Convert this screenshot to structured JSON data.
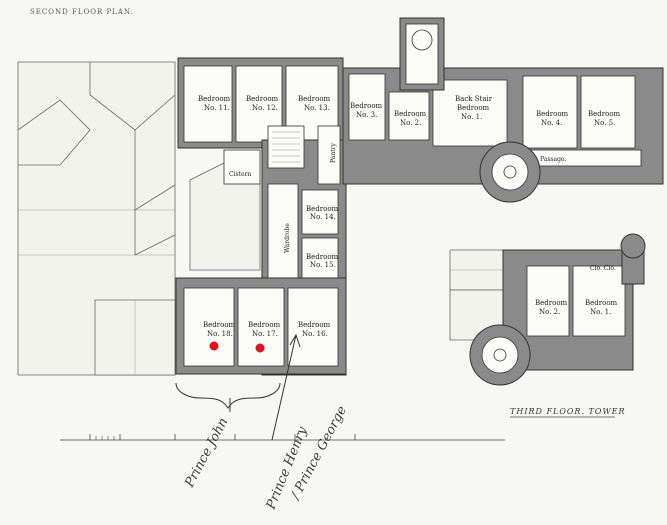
{
  "titles": {
    "second_floor": "SECOND FLOOR PLAN.",
    "third_floor": "THIRD FLOOR. TOWER"
  },
  "rooms": {
    "b11": [
      "Bedroom",
      "No. 11."
    ],
    "b12": [
      "Bedroom",
      "No. 12."
    ],
    "b13": [
      "Bedroom",
      "No. 13."
    ],
    "b3": [
      "Bedroom",
      "No. 3."
    ],
    "b2": [
      "Bedroom",
      "No. 2."
    ],
    "backstair": [
      "Back Stair",
      "Bedroom",
      "No. 1."
    ],
    "b4": [
      "Bedroom",
      "No. 4."
    ],
    "b5": [
      "Bedroom",
      "No. 5."
    ],
    "passage": "Passage.",
    "cistern": "Cistern",
    "pantry": "Pantry",
    "wardrobe": "Wardrobe",
    "b14": [
      "Bedroom",
      "No. 14."
    ],
    "b15": [
      "Bedroom",
      "No. 15."
    ],
    "b16": [
      "Bedroom",
      "No. 16."
    ],
    "b17": [
      "Bedroom",
      "No. 17."
    ],
    "b18": [
      "Bedroom",
      "No. 18."
    ],
    "tower_b2": [
      "Bedroom",
      "No. 2."
    ],
    "tower_b1": [
      "Bedroom",
      "No. 1."
    ],
    "closet": "Clo. Clo."
  },
  "annotations": {
    "prince_john": "Prince John",
    "prince_henry": "Prince Henry",
    "prince_george": "/ Prince George"
  },
  "markers": {
    "color": "#e0141a"
  }
}
